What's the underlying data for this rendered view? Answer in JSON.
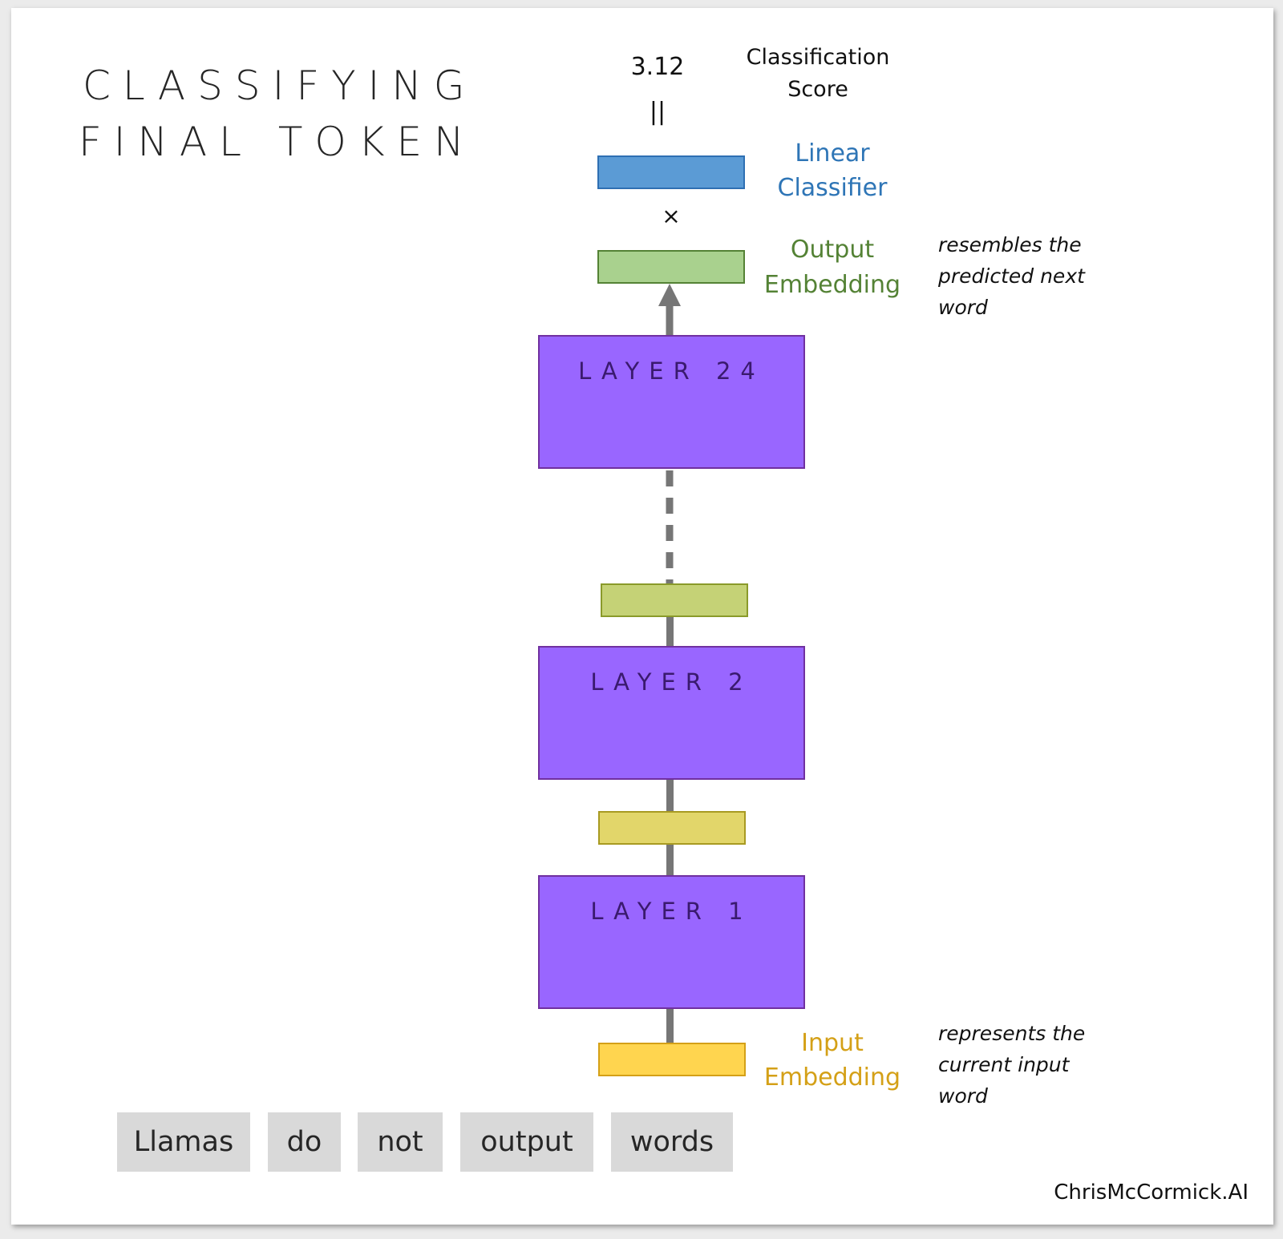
{
  "title": {
    "line1": "CLASSIFYING",
    "line2": "FINAL TOKEN"
  },
  "score": {
    "value": "3.12",
    "equals_symbol": "||",
    "label_line1": "Classification",
    "label_line2": "Score"
  },
  "classifier": {
    "label_line1": "Linear",
    "label_line2": "Classifier",
    "color": "#5b9bd5",
    "label_color": "#2e75b6",
    "operator": "×"
  },
  "output_embedding": {
    "label_line1": "Output",
    "label_line2": "Embedding",
    "color": "#a9d18e",
    "label_color": "#548235",
    "note_line1": "resembles the",
    "note_line2": "predicted next",
    "note_line3": "word"
  },
  "layers": [
    {
      "title": "LAYER 24"
    },
    {
      "title": "LAYER 2"
    },
    {
      "title": "LAYER 1"
    }
  ],
  "hidden_embeddings": {
    "upper_color": "#c5d276",
    "lower_color": "#e2d66a"
  },
  "input_embedding": {
    "label_line1": "Input",
    "label_line2": "Embedding",
    "color": "#ffd54f",
    "label_color": "#d4a017",
    "note_line1": "represents the",
    "note_line2": "current input",
    "note_line3": "word"
  },
  "tokens": [
    "Llamas",
    "do",
    "not",
    "output",
    "words"
  ],
  "credit": "ChrisMcCormick.AI",
  "colors": {
    "layer_fill": "#9966ff",
    "layer_border": "#7030a0",
    "connector": "#767676"
  }
}
